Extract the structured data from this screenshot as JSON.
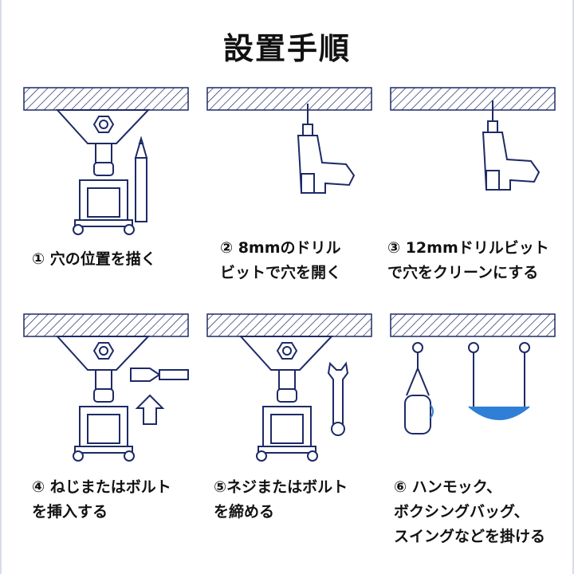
{
  "title": "設置手順",
  "steps": [
    {
      "lines": [
        "① 穴の位置を描く"
      ]
    },
    {
      "lines": [
        "② 8mmのドリル",
        "ビットで穴を開く"
      ]
    },
    {
      "lines": [
        "③ 12mmドリルビット",
        "で穴をクリーンにする"
      ]
    },
    {
      "lines": [
        "④ ねじまたはボルト",
        "を挿入する"
      ]
    },
    {
      "lines": [
        "⑤ネジまたはボルト",
        "を締める"
      ]
    },
    {
      "lines": [
        "⑥ ハンモック、",
        "ボクシングバッグ、",
        "スイングなどを掛ける"
      ]
    }
  ],
  "colors": {
    "line": "#1e2a66",
    "accent": "#2f7fd6"
  }
}
